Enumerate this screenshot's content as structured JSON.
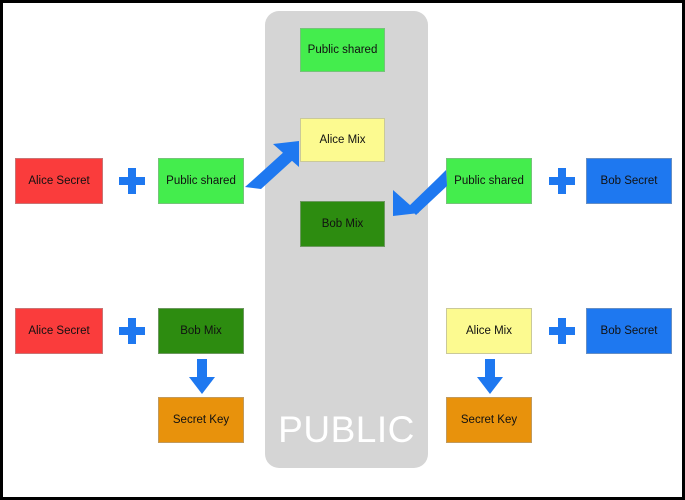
{
  "diagram": {
    "title_text": "PUBLIC",
    "colors": {
      "background": "#ffffff",
      "border": "#000000",
      "public_panel": "#d5d5d5",
      "secret_red": "#fa3c3c",
      "public_green": "#44ed4d",
      "alice_mix_yellow": "#fcfa90",
      "bob_mix_dark_green": "#2d8c10",
      "bob_secret_blue": "#1e78f0",
      "secret_key_orange": "#e8920c",
      "arrow_blue": "#1e78f0",
      "public_label_white": "#ffffff"
    },
    "labels": {
      "alice_secret": "Alice Secret",
      "public_shared": "Public shared",
      "alice_mix": "Alice Mix",
      "bob_mix": "Bob Mix",
      "bob_secret": "Bob Secret",
      "secret_key": "Secret Key"
    },
    "public_panel": {
      "name": "PUBLIC",
      "nodes": [
        {
          "id": "panel-public-shared",
          "label": "Public shared",
          "color": "green"
        },
        {
          "id": "panel-alice-mix",
          "label": "Alice Mix",
          "color": "yellow"
        },
        {
          "id": "panel-bob-mix",
          "label": "Bob Mix",
          "color": "dgreen"
        }
      ]
    },
    "left_column": {
      "row_top": {
        "operand_a": "Alice Secret",
        "operator": "+",
        "operand_b": "Public shared"
      },
      "row_bottom": {
        "operand_a": "Alice Secret",
        "operator": "+",
        "operand_b": "Bob Mix",
        "result": "Secret Key"
      }
    },
    "right_column": {
      "row_top": {
        "operand_a": "Public shared",
        "operator": "+",
        "operand_b": "Bob Secret"
      },
      "row_bottom": {
        "operand_a": "Alice Mix",
        "operator": "+",
        "operand_b": "Bob Secret",
        "result": "Secret Key"
      }
    },
    "arrows": [
      {
        "id": "left-to-alice-mix",
        "direction": "up-right",
        "from": "Public shared (left)",
        "to": "Alice Mix (panel)"
      },
      {
        "id": "right-to-bob-mix",
        "direction": "down-left",
        "from": "Public shared (right)",
        "to": "Bob Mix (panel)"
      },
      {
        "id": "left-bobmix-to-secretkey",
        "direction": "down",
        "from": "Bob Mix (left)",
        "to": "Secret Key (left)"
      },
      {
        "id": "right-alicemix-to-secretkey",
        "direction": "down",
        "from": "Alice Mix (right)",
        "to": "Secret Key (right)"
      }
    ]
  }
}
